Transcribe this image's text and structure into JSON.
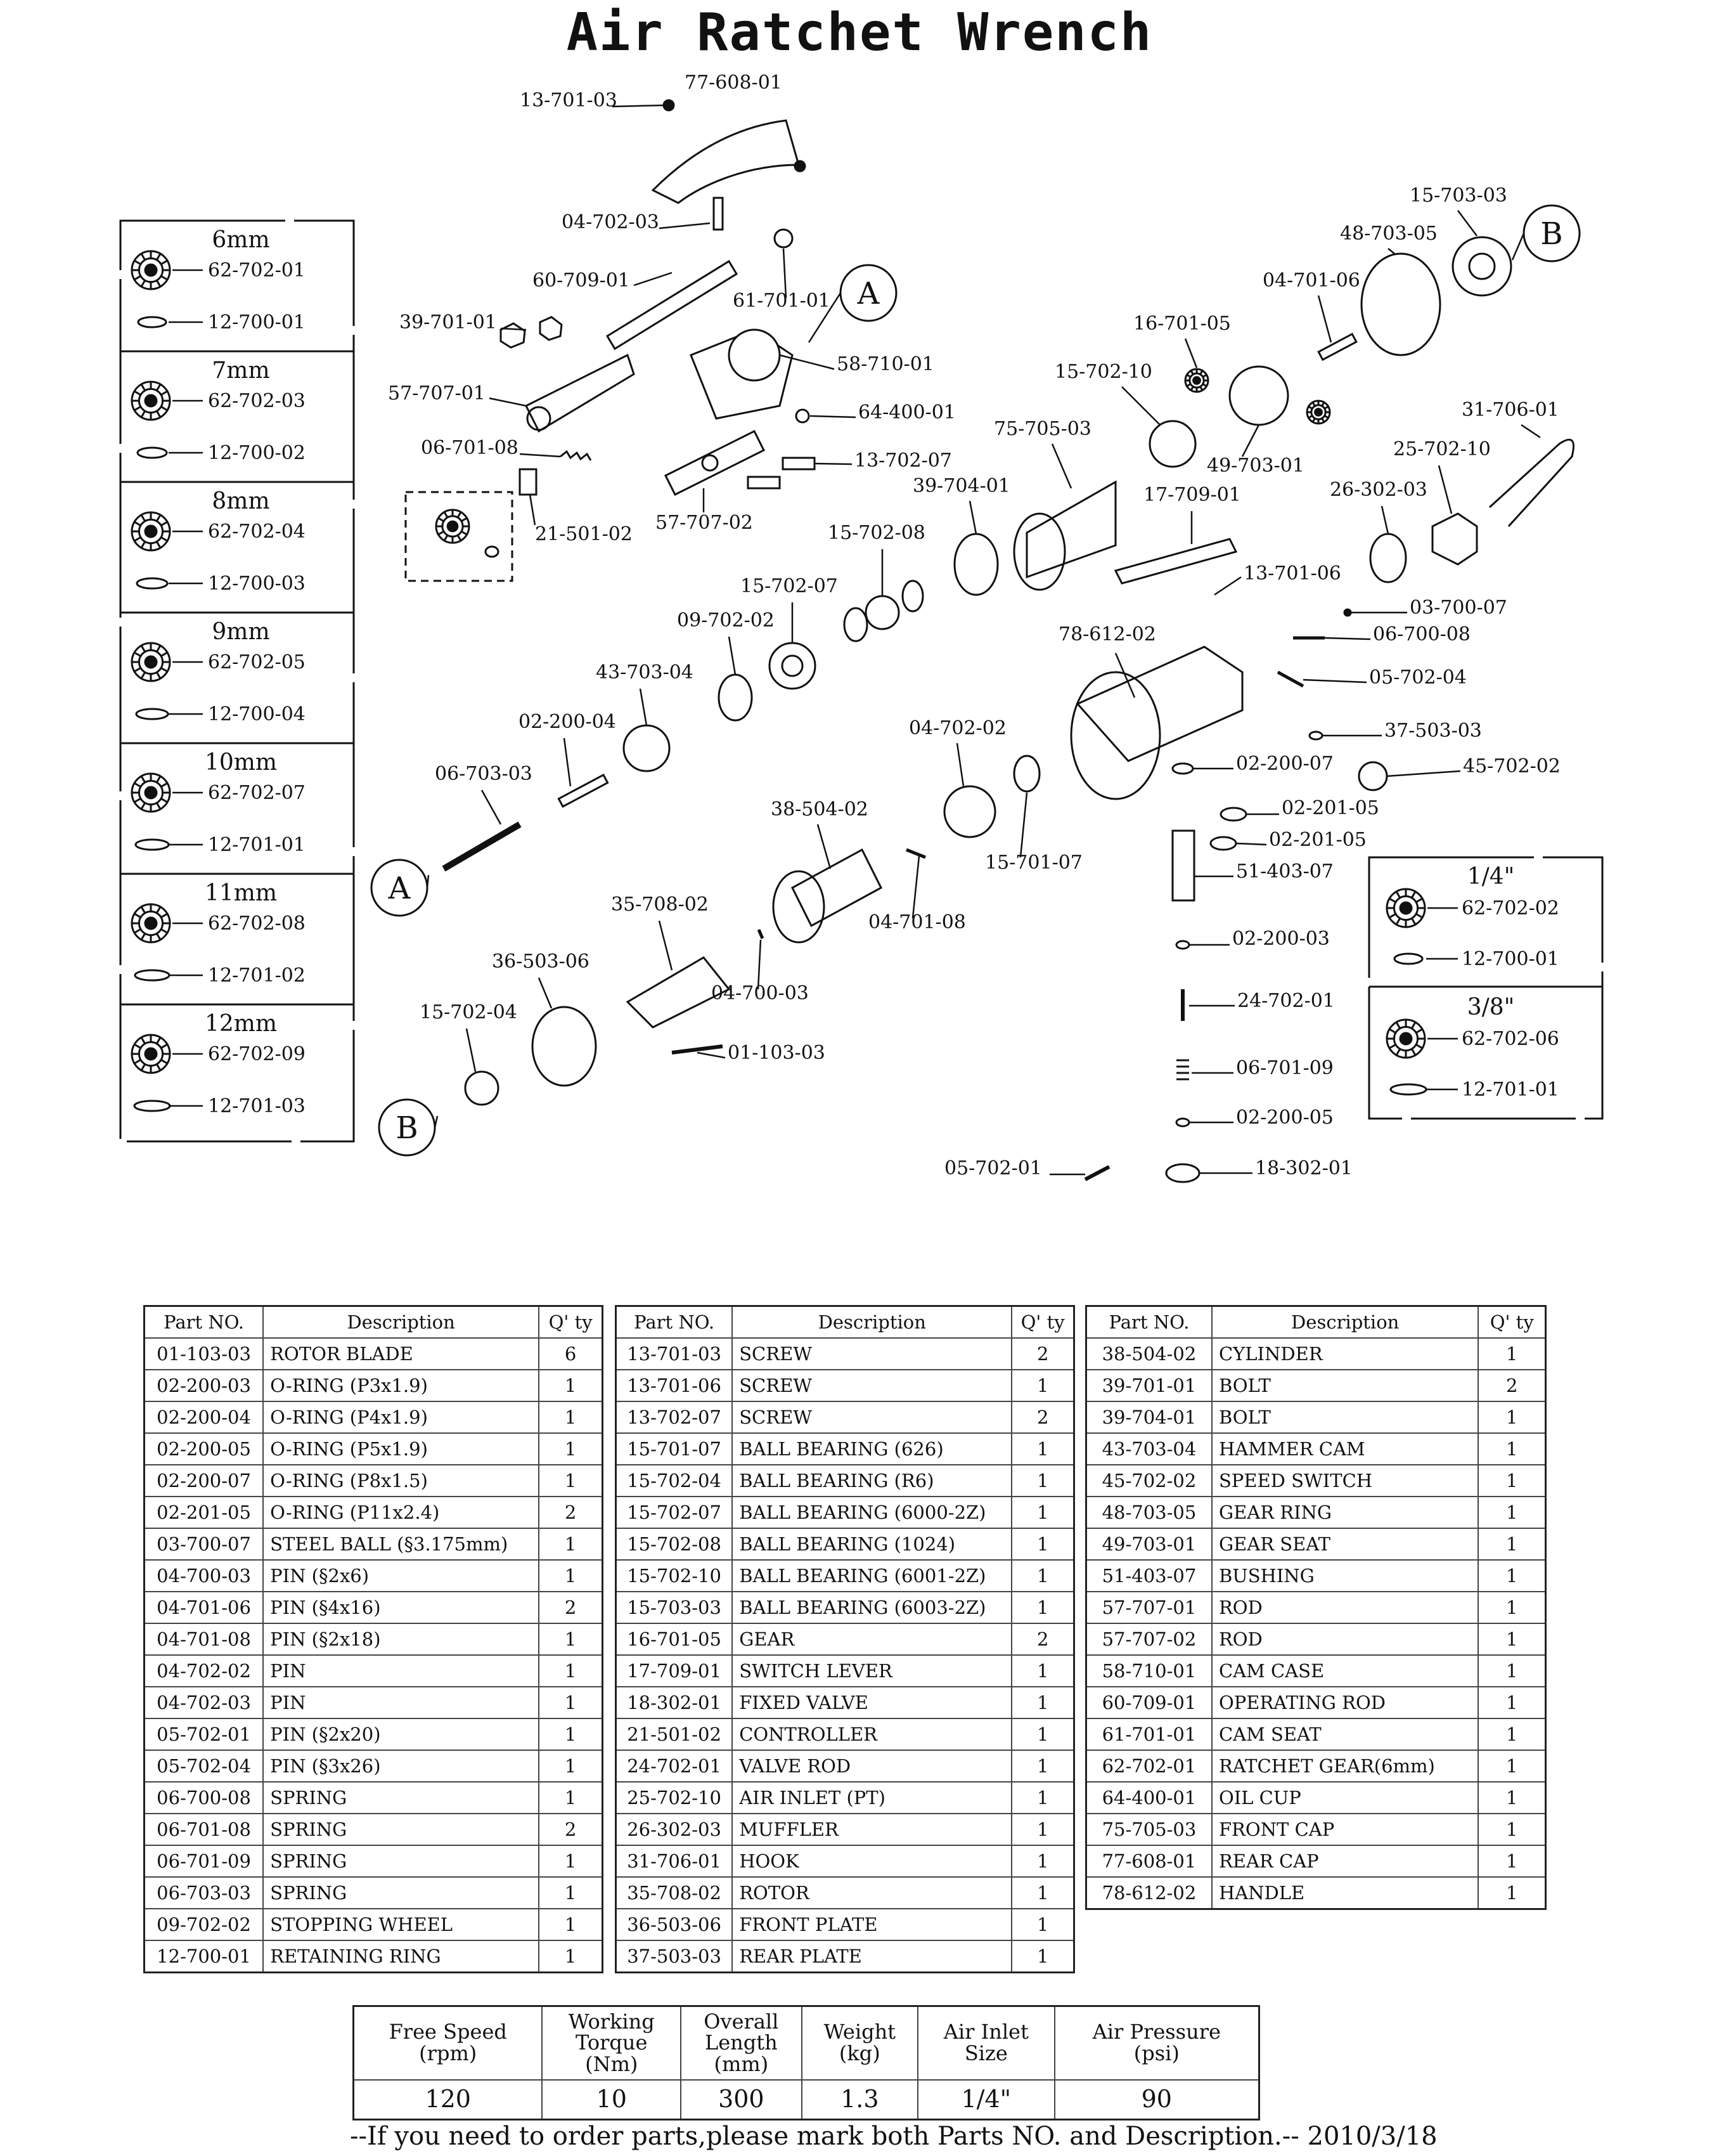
{
  "title": "Air Ratchet Wrench",
  "diagram": {
    "callouts": {
      "A": "A",
      "B": "B"
    },
    "part_labels": [
      "13-701-03",
      "77-608-01",
      "04-702-03",
      "60-709-01",
      "61-701-01",
      "39-701-01",
      "58-710-01",
      "57-707-01",
      "64-400-01",
      "06-701-08",
      "13-702-07",
      "21-501-02",
      "57-707-02",
      "15-703-03",
      "48-703-05",
      "04-701-06",
      "16-701-05",
      "15-702-10",
      "31-706-01",
      "49-703-01",
      "75-705-03",
      "25-702-10",
      "39-704-01",
      "17-709-01",
      "26-302-03",
      "15-702-08",
      "13-701-06",
      "15-702-07",
      "03-700-07",
      "09-702-02",
      "78-612-02",
      "06-700-08",
      "43-703-04",
      "05-702-04",
      "04-702-02",
      "37-503-03",
      "02-200-04",
      "06-703-03",
      "02-200-07",
      "45-702-02",
      "38-504-02",
      "02-201-05",
      "15-701-07",
      "02-201-05",
      "51-403-07",
      "04-701-08",
      "35-708-02",
      "02-200-03",
      "36-503-06",
      "04-700-03",
      "24-702-01",
      "15-702-04",
      "01-103-03",
      "06-701-09",
      "02-200-05",
      "05-702-01",
      "18-302-01"
    ],
    "socket_sizes_left": [
      {
        "size": "6mm",
        "gear": "62-702-01",
        "ring": "12-700-01"
      },
      {
        "size": "7mm",
        "gear": "62-702-03",
        "ring": "12-700-02"
      },
      {
        "size": "8mm",
        "gear": "62-702-04",
        "ring": "12-700-03"
      },
      {
        "size": "9mm",
        "gear": "62-702-05",
        "ring": "12-700-04"
      },
      {
        "size": "10mm",
        "gear": "62-702-07",
        "ring": "12-701-01"
      },
      {
        "size": "11mm",
        "gear": "62-702-08",
        "ring": "12-701-02"
      },
      {
        "size": "12mm",
        "gear": "62-702-09",
        "ring": "12-701-03"
      }
    ],
    "socket_sizes_right": [
      {
        "size": "1/4\"",
        "gear": "62-702-02",
        "ring": "12-700-01"
      },
      {
        "size": "3/8\"",
        "gear": "62-702-06",
        "ring": "12-701-01"
      }
    ]
  },
  "parts_table": {
    "headers": {
      "part_no": "Part NO.",
      "description": "Description",
      "qty": "Q' ty"
    },
    "columns": [
      [
        [
          "01-103-03",
          "ROTOR BLADE",
          "6"
        ],
        [
          "02-200-03",
          "O-RING (P3x1.9)",
          "1"
        ],
        [
          "02-200-04",
          "O-RING (P4x1.9)",
          "1"
        ],
        [
          "02-200-05",
          "O-RING (P5x1.9)",
          "1"
        ],
        [
          "02-200-07",
          "O-RING (P8x1.5)",
          "1"
        ],
        [
          "02-201-05",
          "O-RING (P11x2.4)",
          "2"
        ],
        [
          "03-700-07",
          "STEEL BALL (§3.175mm)",
          "1"
        ],
        [
          "04-700-03",
          "PIN (§2x6)",
          "1"
        ],
        [
          "04-701-06",
          "PIN (§4x16)",
          "2"
        ],
        [
          "04-701-08",
          "PIN (§2x18)",
          "1"
        ],
        [
          "04-702-02",
          "PIN",
          "1"
        ],
        [
          "04-702-03",
          "PIN",
          "1"
        ],
        [
          "05-702-01",
          "PIN (§2x20)",
          "1"
        ],
        [
          "05-702-04",
          "PIN (§3x26)",
          "1"
        ],
        [
          "06-700-08",
          "SPRING",
          "1"
        ],
        [
          "06-701-08",
          "SPRING",
          "2"
        ],
        [
          "06-701-09",
          "SPRING",
          "1"
        ],
        [
          "06-703-03",
          "SPRING",
          "1"
        ],
        [
          "09-702-02",
          "STOPPING WHEEL",
          "1"
        ],
        [
          "12-700-01",
          "RETAINING RING",
          "1"
        ]
      ],
      [
        [
          "13-701-03",
          "SCREW",
          "2"
        ],
        [
          "13-701-06",
          "SCREW",
          "1"
        ],
        [
          "13-702-07",
          "SCREW",
          "2"
        ],
        [
          "15-701-07",
          "BALL BEARING (626)",
          "1"
        ],
        [
          "15-702-04",
          "BALL BEARING (R6)",
          "1"
        ],
        [
          "15-702-07",
          "BALL BEARING (6000-2Z)",
          "1"
        ],
        [
          "15-702-08",
          "BALL BEARING (1024)",
          "1"
        ],
        [
          "15-702-10",
          "BALL BEARING (6001-2Z)",
          "1"
        ],
        [
          "15-703-03",
          "BALL BEARING (6003-2Z)",
          "1"
        ],
        [
          "16-701-05",
          "GEAR",
          "2"
        ],
        [
          "17-709-01",
          "SWITCH LEVER",
          "1"
        ],
        [
          "18-302-01",
          "FIXED VALVE",
          "1"
        ],
        [
          "21-501-02",
          "CONTROLLER",
          "1"
        ],
        [
          "24-702-01",
          "VALVE ROD",
          "1"
        ],
        [
          "25-702-10",
          "AIR INLET (PT)",
          "1"
        ],
        [
          "26-302-03",
          "MUFFLER",
          "1"
        ],
        [
          "31-706-01",
          "HOOK",
          "1"
        ],
        [
          "35-708-02",
          "ROTOR",
          "1"
        ],
        [
          "36-503-06",
          "FRONT PLATE",
          "1"
        ],
        [
          "37-503-03",
          "REAR PLATE",
          "1"
        ]
      ],
      [
        [
          "38-504-02",
          "CYLINDER",
          "1"
        ],
        [
          "39-701-01",
          "BOLT",
          "2"
        ],
        [
          "39-704-01",
          "BOLT",
          "1"
        ],
        [
          "43-703-04",
          "HAMMER CAM",
          "1"
        ],
        [
          "45-702-02",
          "SPEED SWITCH",
          "1"
        ],
        [
          "48-703-05",
          "GEAR RING",
          "1"
        ],
        [
          "49-703-01",
          "GEAR SEAT",
          "1"
        ],
        [
          "51-403-07",
          "BUSHING",
          "1"
        ],
        [
          "57-707-01",
          "ROD",
          "1"
        ],
        [
          "57-707-02",
          "ROD",
          "1"
        ],
        [
          "58-710-01",
          "CAM CASE",
          "1"
        ],
        [
          "60-709-01",
          "OPERATING ROD",
          "1"
        ],
        [
          "61-701-01",
          "CAM SEAT",
          "1"
        ],
        [
          "62-702-01",
          "RATCHET GEAR(6mm)",
          "1"
        ],
        [
          "64-400-01",
          "OIL CUP",
          "1"
        ],
        [
          "75-705-03",
          "FRONT CAP",
          "1"
        ],
        [
          "77-608-01",
          "REAR CAP",
          "1"
        ],
        [
          "78-612-02",
          "HANDLE",
          "1"
        ]
      ]
    ]
  },
  "specs": {
    "headers": [
      "Free Speed\n(rpm)",
      "Working\nTorque\n(Nm)",
      "Overall\nLength\n(mm)",
      "Weight\n(kg)",
      "Air Inlet\nSize",
      "Air Pressure\n(psi)"
    ],
    "values": [
      "120",
      "10",
      "300",
      "1.3",
      "1/4\"",
      "90"
    ]
  },
  "footer": "--If you need to order parts,please mark both Parts NO. and Description.-- 2010/3/18"
}
